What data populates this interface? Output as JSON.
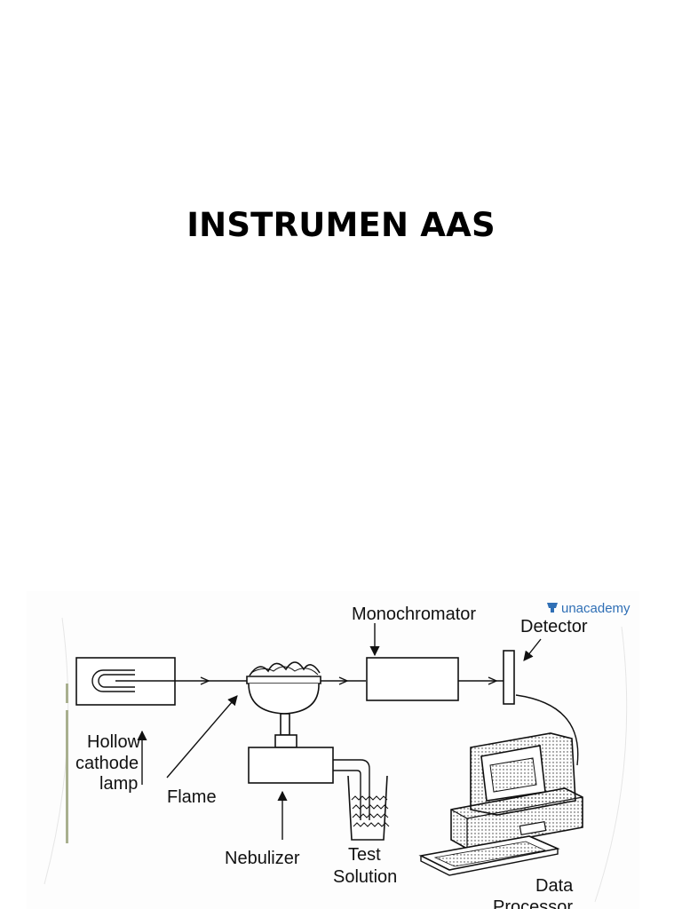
{
  "slide": {
    "title": "INSTRUMEN AAS"
  },
  "diagram": {
    "labels": {
      "lamp_1": "Hollow",
      "lamp_2": "cathode",
      "lamp_3": "lamp",
      "flame": "Flame",
      "nebulizer": "Nebulizer",
      "monochromator": "Monochromator",
      "detector": "Detector",
      "test_1": "Test",
      "test_2": "Solution",
      "data_1": "Data",
      "data_2": "Processor"
    },
    "watermark": "unacademy",
    "colors": {
      "line": "#111111",
      "brand": "#2f6fb5",
      "accent_bar": "#a9b08f"
    }
  }
}
